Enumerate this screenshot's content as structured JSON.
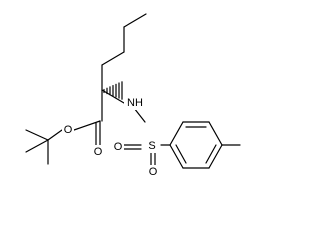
{
  "structure": {
    "atoms": {
      "ester_ether_oxygen": "O",
      "carbonyl_oxygen": "O",
      "amine": "NH",
      "sulfur": "S",
      "sulfonyl_oxygen_left": "O",
      "sulfonyl_oxygen_right": "O"
    },
    "colors": {
      "bond": "#000000",
      "label": "#000000",
      "background": "#ffffff"
    }
  }
}
